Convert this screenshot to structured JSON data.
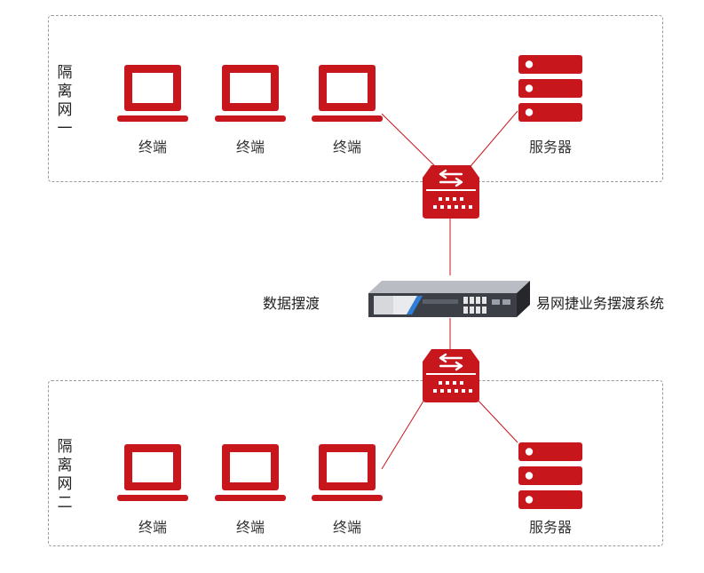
{
  "zone1": {
    "label": "隔离网一"
  },
  "zone2": {
    "label": "隔离网二"
  },
  "terminal_label": "终端",
  "server_label": "服务器",
  "appliance": {
    "left_label": "数据摆渡",
    "right_label": "易网捷业务摆渡系统"
  },
  "colors": {
    "accent": "#c8161d",
    "line": "#c8161d",
    "border": "#9a9a9a"
  },
  "icons": {
    "terminal": "laptop-icon",
    "server": "server-icon",
    "switch": "switch-icon",
    "appliance": "appliance-icon"
  }
}
